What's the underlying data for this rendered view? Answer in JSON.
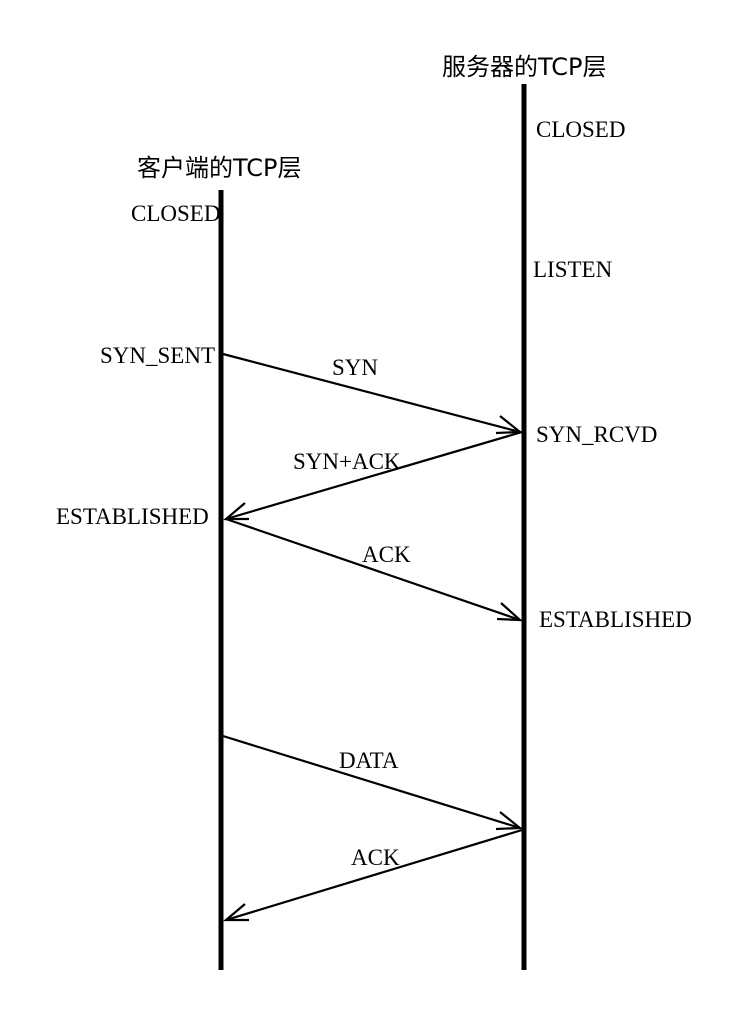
{
  "client": {
    "title": "客户端的TCP层",
    "states": [
      "CLOSED",
      "SYN_SENT",
      "ESTABLISHED"
    ]
  },
  "server": {
    "title": "服务器的TCP层",
    "states": [
      "CLOSED",
      "LISTEN",
      "SYN_RCVD",
      "ESTABLISHED"
    ]
  },
  "messages": [
    {
      "label": "SYN",
      "from": "client",
      "to": "server"
    },
    {
      "label": "SYN+ACK",
      "from": "server",
      "to": "client"
    },
    {
      "label": "ACK",
      "from": "client",
      "to": "server"
    },
    {
      "label": "DATA",
      "from": "client",
      "to": "server"
    },
    {
      "label": "ACK",
      "from": "server",
      "to": "client"
    }
  ]
}
